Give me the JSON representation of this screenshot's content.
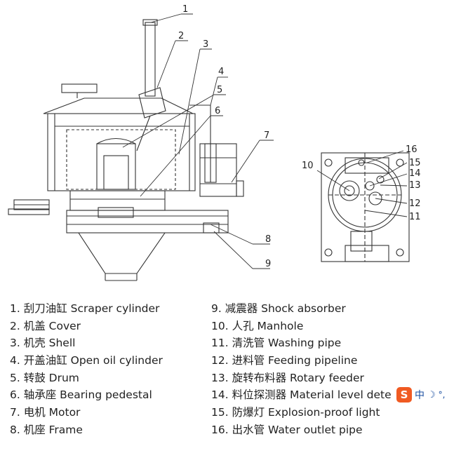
{
  "callouts_side": [
    "1",
    "2",
    "3",
    "4",
    "5",
    "6",
    "7",
    "8",
    "9"
  ],
  "callouts_top": [
    "10",
    "11",
    "12",
    "13",
    "14",
    "15",
    "16"
  ],
  "legend_left": [
    "1. 刮刀油缸 Scraper cylinder",
    "2. 机盖 Cover",
    "3. 机壳 Shell",
    "4. 开盖油缸 Open oil cylinder",
    "5. 转鼓 Drum",
    "6. 轴承座 Bearing pedestal",
    "7. 电机 Motor",
    "8. 机座 Frame"
  ],
  "legend_right": [
    "9. 减震器 Shock absorber",
    "10. 人孔 Manhole",
    "11. 清洗管 Washing pipe",
    "12. 进料管 Feeding pipeline",
    "13. 旋转布料器 Rotary feeder",
    "14. 料位探测器 Material level dete",
    "15. 防爆灯 Explosion-proof light",
    "16. 出水管 Water outlet pipe"
  ],
  "ime": {
    "badge": "S",
    "lang": "中",
    "moon": "☽",
    "punct": "°,"
  }
}
